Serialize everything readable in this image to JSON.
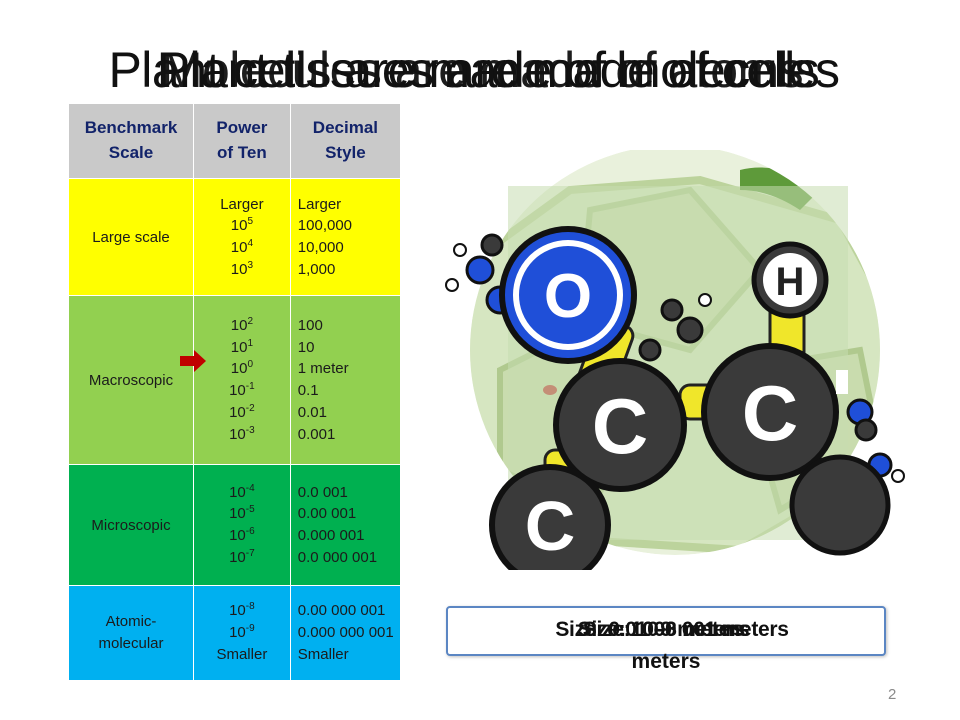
{
  "slide": {
    "titles": [
      "Plant tissues are made of cells",
      "Plant cells are made of molecules",
      "Molecules are made of atoms"
    ],
    "page_number": "2"
  },
  "table": {
    "headers": [
      "Benchmark Scale",
      "Power of Ten",
      "Decimal Style"
    ],
    "rows": [
      {
        "scale": "Large scale",
        "powers": [
          {
            "base": "Larger",
            "exp": ""
          },
          {
            "base": "10",
            "exp": "5"
          },
          {
            "base": "10",
            "exp": "4"
          },
          {
            "base": "10",
            "exp": "3"
          }
        ],
        "decimals": [
          "Larger",
          "100,000",
          "10,000",
          "1,000"
        ],
        "color": "#ffff00"
      },
      {
        "scale": "Macroscopic",
        "powers": [
          {
            "base": "10",
            "exp": "2"
          },
          {
            "base": "10",
            "exp": "1"
          },
          {
            "base": "10",
            "exp": "0"
          },
          {
            "base": "10",
            "exp": "-1"
          },
          {
            "base": "10",
            "exp": "-2"
          },
          {
            "base": "10",
            "exp": "-3"
          }
        ],
        "decimals": [
          "100",
          "10",
          "1 meter",
          "0.1",
          "0.01",
          "0.001"
        ],
        "color": "#92d050"
      },
      {
        "scale": "Microscopic",
        "powers": [
          {
            "base": "10",
            "exp": "-4"
          },
          {
            "base": "10",
            "exp": "-5"
          },
          {
            "base": "10",
            "exp": "-6"
          },
          {
            "base": "10",
            "exp": "-7"
          }
        ],
        "decimals": [
          "0.0 001",
          "0.00 001",
          "0.000 001",
          "0.0 000 001"
        ],
        "color": "#00b050"
      },
      {
        "scale": "Atomic-molecular",
        "powers": [
          {
            "base": "10",
            "exp": "-8"
          },
          {
            "base": "10",
            "exp": "-9"
          },
          {
            "base": "Smaller",
            "exp": ""
          }
        ],
        "decimals": [
          "0.00 000 001",
          "0.000 000 001",
          "Smaller"
        ],
        "color": "#00b0f0"
      }
    ]
  },
  "captions": [
    "Size: 10-3 meters",
    "Size: 0.0 000 001 meters",
    "Size: 10-9 meters"
  ],
  "caption_continuation": "meters",
  "image": {
    "atoms": [
      "O",
      "H",
      "C",
      "C",
      "C"
    ],
    "icons": [
      "molecule-model-icon",
      "plant-cell-illustration"
    ]
  },
  "colors": {
    "oxygen": "#1f4fd8",
    "carbon": "#3a3a3a",
    "bond": "#f0e62a",
    "cell_wall": "#c9dcae",
    "pointer_arrow": "#c00000",
    "caption_border": "#5b86c3",
    "header_text": "#12236a"
  }
}
